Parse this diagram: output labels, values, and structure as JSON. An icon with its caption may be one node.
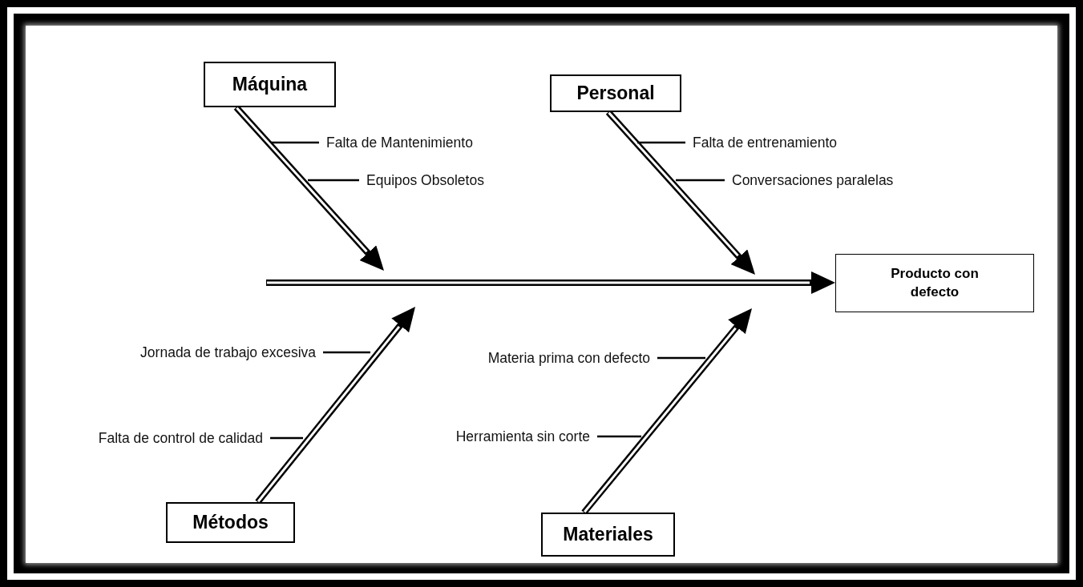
{
  "diagram": {
    "nodes": [
      {
        "text": [
          "Máquina"
        ]
      },
      {
        "text": [
          "Personal"
        ]
      },
      {
        "text": [
          "Falta de Mantenimiento"
        ]
      },
      {
        "text": [
          "Falta de entrenamiento"
        ]
      },
      {
        "text": [
          "Equipos Obsoletos"
        ]
      },
      {
        "text": [
          "Conversaciones paralelas"
        ]
      },
      {
        "text": [
          "Producto con defecto"
        ]
      },
      {
        "text": [
          "Jornada de trabajo excesiva"
        ]
      },
      {
        "text": [
          "Materia prima con defecto"
        ]
      },
      {
        "text": [
          "Falta de control de calidad"
        ]
      },
      {
        "text": [
          "Herramienta sin corte"
        ]
      },
      {
        "text": [
          "Métodos"
        ]
      },
      {
        "text": [
          "Materiales"
        ]
      }
    ],
    "edges": [
      {
        "from": 0,
        "to": null,
        "arrow": "to",
        "style": "thick"
      },
      {
        "from": 1,
        "to": null,
        "arrow": "to",
        "style": "thick"
      },
      {
        "from": 11,
        "to": null,
        "arrow": "to",
        "style": "thick"
      },
      {
        "from": 12,
        "to": null,
        "arrow": "to",
        "style": "thick"
      },
      {
        "from": null,
        "to": 6,
        "arrow": "to",
        "style": "thick"
      },
      {
        "from": 2,
        "to": null,
        "arrow": "none"
      },
      {
        "from": 3,
        "to": null,
        "arrow": "none"
      },
      {
        "from": 4,
        "to": null,
        "arrow": "none"
      },
      {
        "from": 5,
        "to": null,
        "arrow": "none"
      },
      {
        "from": 7,
        "to": null,
        "arrow": "none"
      },
      {
        "from": 8,
        "to": null,
        "arrow": "none"
      },
      {
        "from": 9,
        "to": null,
        "arrow": "none"
      },
      {
        "from": 10,
        "to": null,
        "arrow": "none"
      }
    ]
  }
}
